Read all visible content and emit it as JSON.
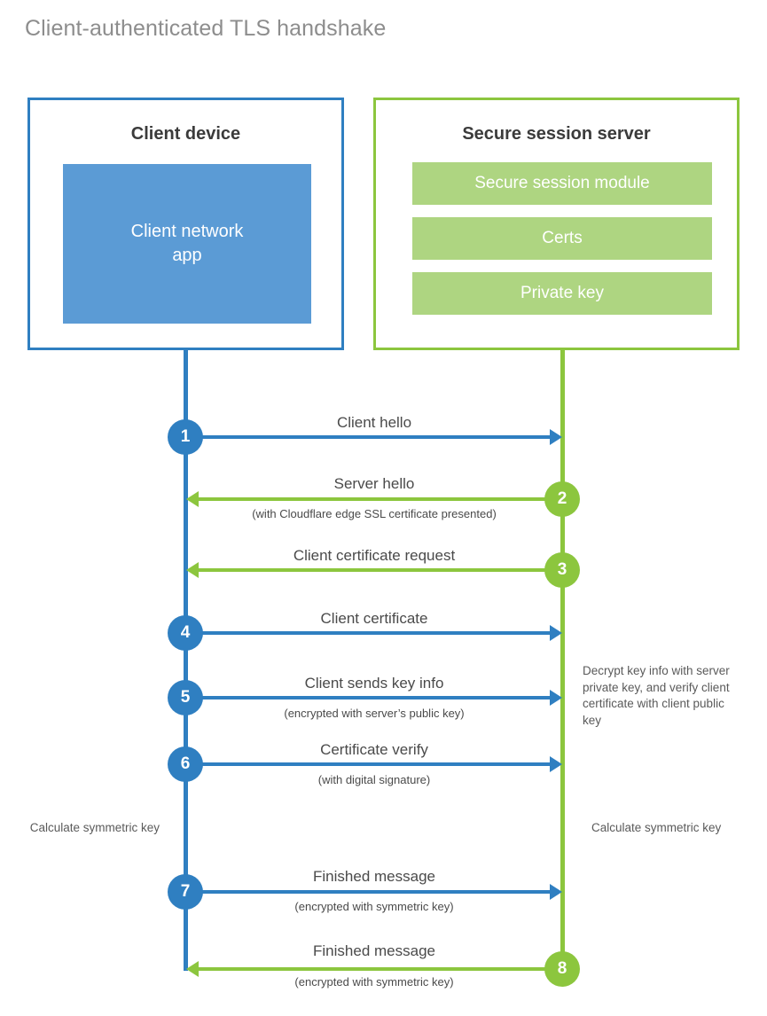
{
  "title": "Client-authenticated TLS handshake",
  "colors": {
    "client_accent": "#2f7fc1",
    "client_fill": "#5b9bd5",
    "server_accent": "#8cc63e",
    "server_fill": "#aed581",
    "title_text": "#8d8d8d",
    "body_text": "#4a4a4a",
    "heading_text": "#3b3b3b",
    "background": "#ffffff"
  },
  "client": {
    "title": "Client device",
    "app_label": "Client network\napp",
    "app_line1": "Client network",
    "app_line2": "app"
  },
  "server": {
    "title": "Secure session server",
    "bars": [
      {
        "label": "Secure session module"
      },
      {
        "label": "Certs"
      },
      {
        "label": "Private key"
      }
    ]
  },
  "steps": [
    {
      "number": "1",
      "label": "Client hello",
      "sublabel": "",
      "direction": "client-to-server",
      "side": "client",
      "color": "blue"
    },
    {
      "number": "2",
      "label": "Server hello",
      "sublabel": "(with Cloudflare edge SSL certificate presented)",
      "direction": "server-to-client",
      "side": "server",
      "color": "green"
    },
    {
      "number": "3",
      "label": "Client certificate request",
      "sublabel": "",
      "direction": "server-to-client",
      "side": "server",
      "color": "green"
    },
    {
      "number": "4",
      "label": "Client certificate",
      "sublabel": "",
      "direction": "client-to-server",
      "side": "client",
      "color": "blue"
    },
    {
      "number": "5",
      "label": "Client sends key info",
      "sublabel": "(encrypted with server’s public key)",
      "direction": "client-to-server",
      "side": "client",
      "color": "blue"
    },
    {
      "number": "6",
      "label": "Certificate verify",
      "sublabel": "(with digital signature)",
      "direction": "client-to-server",
      "side": "client",
      "color": "blue"
    },
    {
      "number": "7",
      "label": "Finished message",
      "sublabel": "(encrypted with symmetric key)",
      "direction": "client-to-server",
      "side": "client",
      "color": "blue"
    },
    {
      "number": "8",
      "label": "Finished message",
      "sublabel": "(encrypted with symmetric key)",
      "direction": "server-to-client",
      "side": "server",
      "color": "green"
    }
  ],
  "notes": {
    "server_decrypt": "Decrypt key info with server private key, and verify client certificate with client public key",
    "client_calculate": "Calculate symmetric key",
    "server_calculate": "Calculate symmetric key"
  }
}
